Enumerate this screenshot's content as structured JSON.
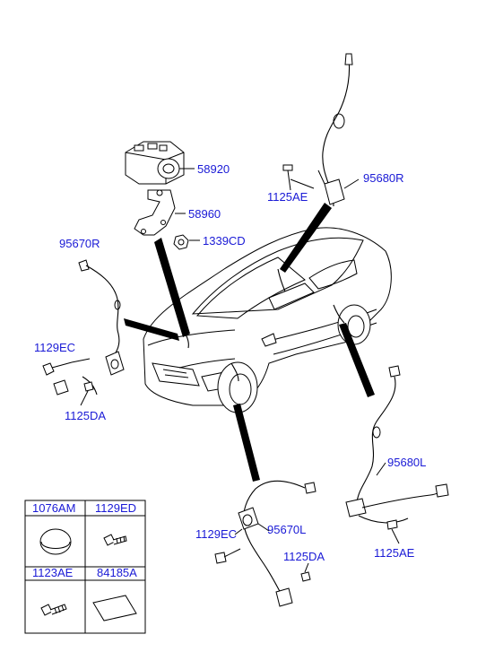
{
  "callouts": {
    "p58920": "58920",
    "p58960": "58960",
    "p1339cd": "1339CD",
    "p1125ae_top": "1125AE",
    "p95680r": "95680R",
    "p95670r": "95670R",
    "p1129ec_left": "1129EC",
    "p1125da_left": "1125DA",
    "p95680l": "95680L",
    "p1125ae_bottom": "1125AE",
    "p1129ec_bottom": "1129EC",
    "p95670l": "95670L",
    "p1125da_bottom": "1125DA"
  },
  "legend_table": {
    "cells": [
      {
        "code": "1076AM",
        "icon": "cap-plug-icon"
      },
      {
        "code": "1129ED",
        "icon": "bolt-icon"
      },
      {
        "code": "1123AE",
        "icon": "bolt-icon"
      },
      {
        "code": "84185A",
        "icon": "pad-icon"
      }
    ]
  },
  "colors": {
    "label": "#1a1ad6",
    "line": "#000000"
  }
}
